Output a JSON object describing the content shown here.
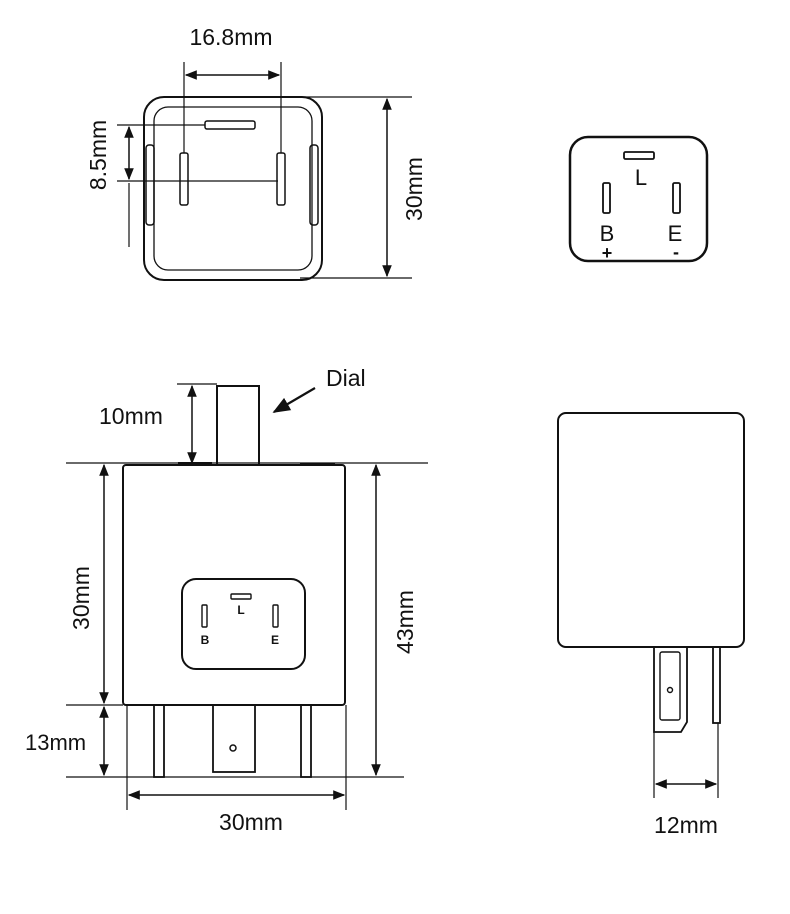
{
  "top_view": {
    "width_label": "16.8mm",
    "pin_offset_label": "8.5mm",
    "height_label": "30mm"
  },
  "connector_view": {
    "pin_top": "L",
    "pin_left": "B",
    "pin_right": "E",
    "pin_left_sign": "+",
    "pin_right_sign": "-"
  },
  "front_view": {
    "dial_callout": "Dial",
    "dial_height_label": "10mm",
    "body_height_label": "30mm",
    "pin_length_label": "13mm",
    "total_height_label": "43mm",
    "width_label": "30mm",
    "pin_top": "L",
    "pin_left": "B",
    "pin_right": "E"
  },
  "side_view": {
    "thickness_label": "12mm"
  },
  "colors": {
    "line": "#111111",
    "background": "#ffffff"
  }
}
